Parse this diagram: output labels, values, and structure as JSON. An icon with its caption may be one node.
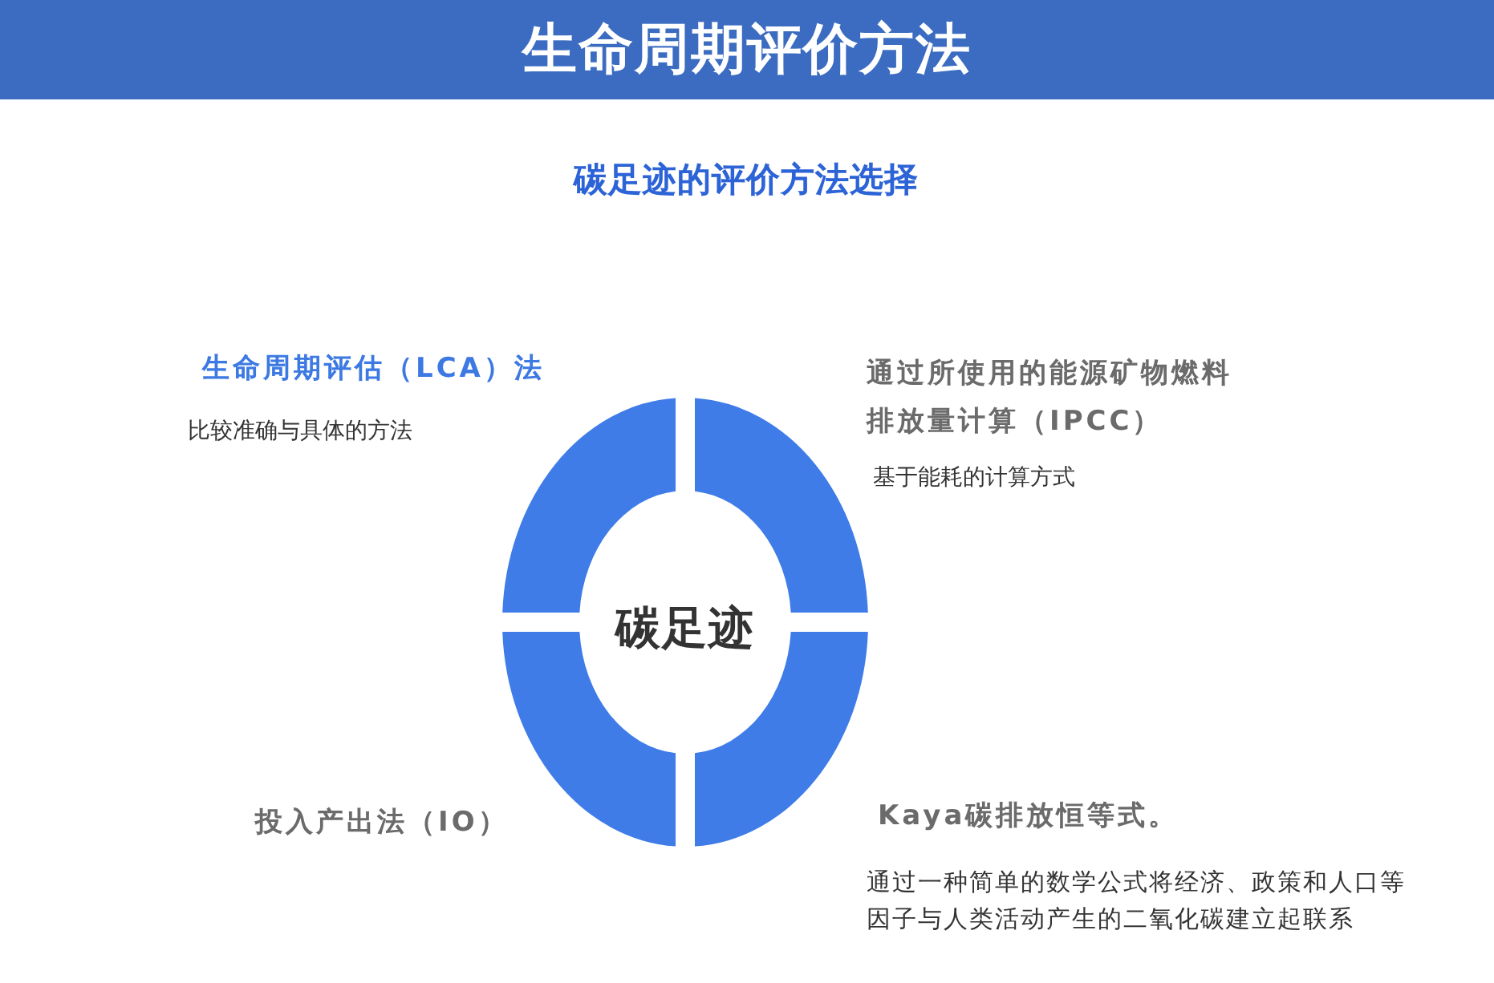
{
  "diagram": {
    "title": "生命周期评价方法",
    "nodes": [
      {
        "text": [
          "碳足迹"
        ]
      },
      {
        "text": [],
        "shape": "arc",
        "beside": [
          "生命周期评估（LCA）法",
          "比较准确与具体的方法"
        ]
      },
      {
        "text": [],
        "shape": "arc",
        "beside": [
          "通过所使用的能源矿物燃料排放量计算（IPCC）",
          "基于能耗的计算方式"
        ]
      },
      {
        "text": [],
        "shape": "arc",
        "beside": [
          "投入产出法（IO）"
        ]
      },
      {
        "text": [],
        "shape": "arc",
        "beside": [
          "Kaya碳排放恒等式。",
          "通过一种简单的数学公式将经济、政策和人口等因子与人类活动产生的二氧化碳建立起联系"
        ]
      }
    ],
    "labels": [
      "碳足迹的评价方法选择"
    ]
  }
}
